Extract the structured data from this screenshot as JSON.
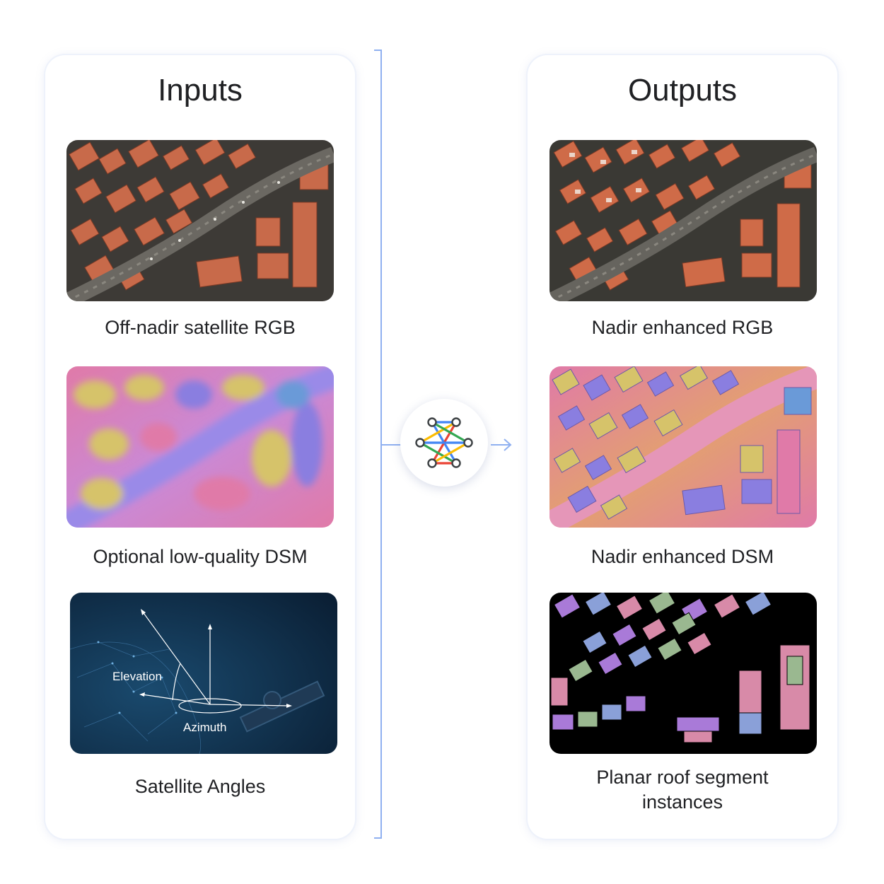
{
  "inputs": {
    "title": "Inputs",
    "items": [
      {
        "caption": "Off-nadir satellite RGB"
      },
      {
        "caption": "Optional low-quality DSM"
      },
      {
        "caption": "Satellite Angles"
      }
    ],
    "angle_labels": {
      "elevation": "Elevation",
      "azimuth": "Azimuth"
    }
  },
  "outputs": {
    "title": "Outputs",
    "items": [
      {
        "caption": "Nadir enhanced RGB"
      },
      {
        "caption": "Nadir enhanced DSM"
      },
      {
        "caption_line1": "Planar roof segment",
        "caption_line2": "instances"
      }
    ]
  },
  "model": {
    "icon": "neural-network-icon"
  },
  "colors": {
    "divider": "#8fb0f0",
    "roof": "#c86a4a",
    "angles_bg": "#0d2a45",
    "dsm_pink": "#e07aa8",
    "dsm_yellow": "#d6c36a",
    "dsm_blue": "#8a7ee0",
    "node_blue": "#4285f4",
    "node_red": "#ea4335",
    "node_yellow": "#fbbc04",
    "node_green": "#34a853"
  }
}
